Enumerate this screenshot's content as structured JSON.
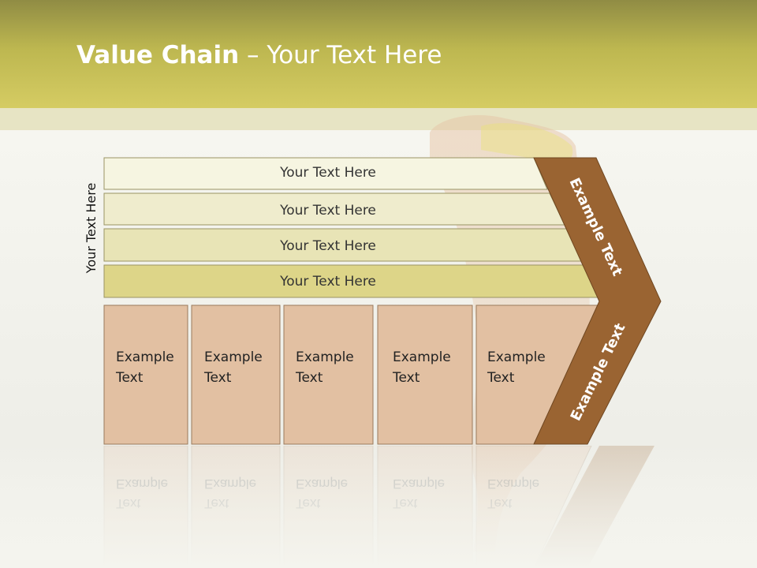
{
  "title": {
    "bold": "Value Chain",
    "rest": " – Your Text Here"
  },
  "side_label": "Your Text Here",
  "rows": [
    {
      "text": "Your Text Here"
    },
    {
      "text": "Your Text Here"
    },
    {
      "text": "Your Text Here"
    },
    {
      "text": "Your Text Here"
    }
  ],
  "boxes": [
    {
      "line1": "Example",
      "line2": "Text"
    },
    {
      "line1": "Example",
      "line2": "Text"
    },
    {
      "line1": "Example",
      "line2": "Text"
    },
    {
      "line1": "Example",
      "line2": "Text"
    },
    {
      "line1": "Example",
      "line2": "Text"
    }
  ],
  "chevron": {
    "upper": "Example Text",
    "lower": "Example Text"
  },
  "colors": {
    "header": "#bdb750",
    "row_fills": [
      "#f6f5e1",
      "#efeccd",
      "#e8e4b6",
      "#ddd588"
    ],
    "box_fill": "#e2c0a2",
    "chevron": "#9a6432"
  }
}
